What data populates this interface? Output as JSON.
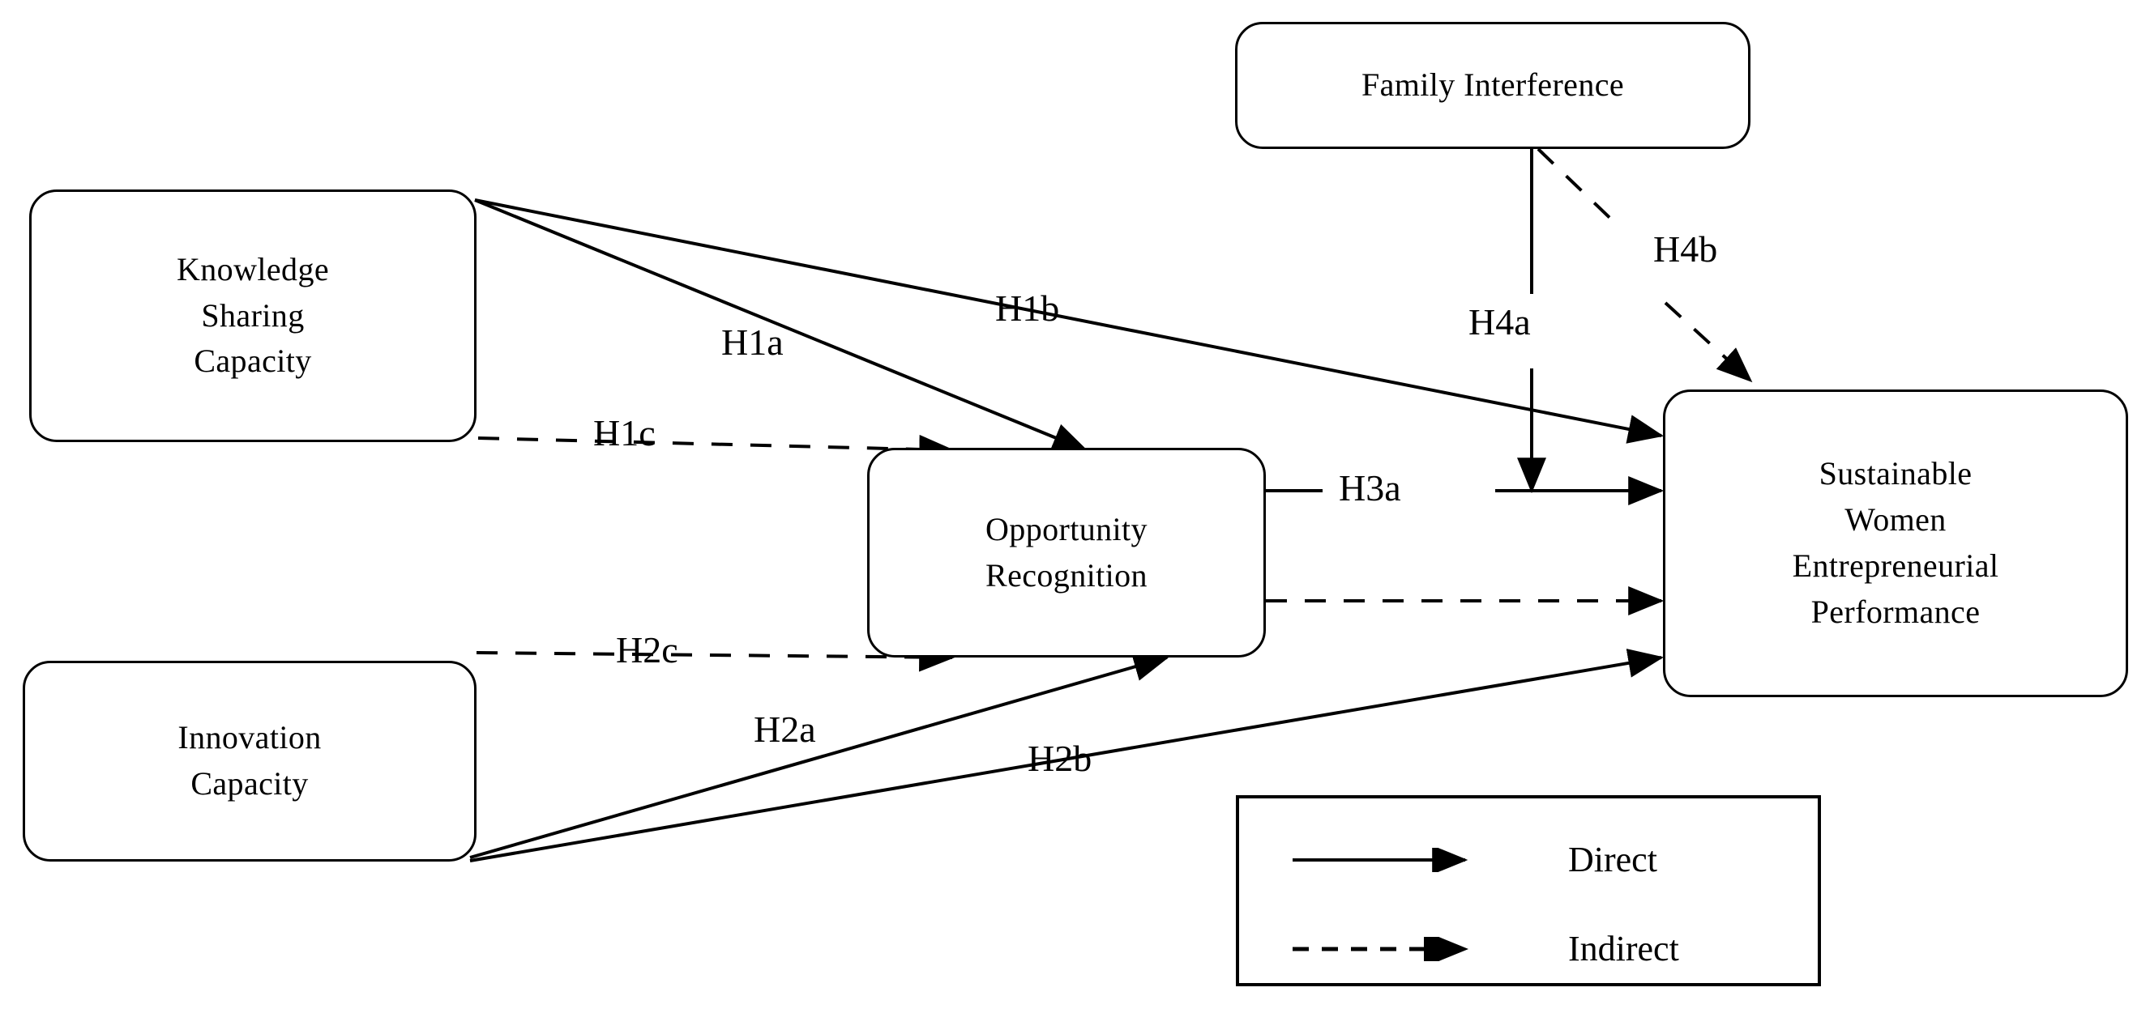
{
  "diagram": {
    "type": "conceptual-research-model",
    "nodes": [
      {
        "id": "knowledge-sharing-capacity",
        "label": "Knowledge\nSharing\nCapacity"
      },
      {
        "id": "innovation-capacity",
        "label": "Innovation\nCapacity"
      },
      {
        "id": "opportunity-recognition",
        "label": "Opportunity\nRecognition"
      },
      {
        "id": "family-interference",
        "label": "Family Interference"
      },
      {
        "id": "sustainable-women-entrepreneurial-performance",
        "label": "Sustainable\nWomen\nEntrepreneurial\nPerformance"
      }
    ],
    "edge_labels": {
      "h1a": "H1a",
      "h1b": "H1b",
      "h1c": "H1c",
      "h2a": "H2a",
      "h2b": "H2b",
      "h2c": "H2c",
      "h3a": "H3a",
      "h4a": "H4a",
      "h4b": "H4b"
    },
    "edges": [
      {
        "id": "h1a",
        "from": "knowledge-sharing-capacity",
        "to": "opportunity-recognition",
        "style": "direct"
      },
      {
        "id": "h1b",
        "from": "knowledge-sharing-capacity",
        "to": "sustainable-women-entrepreneurial-performance",
        "style": "direct"
      },
      {
        "id": "h1c",
        "from": "knowledge-sharing-capacity",
        "to": "opportunity-recognition",
        "style": "indirect"
      },
      {
        "id": "h2a",
        "from": "innovation-capacity",
        "to": "opportunity-recognition",
        "style": "direct"
      },
      {
        "id": "h2b",
        "from": "innovation-capacity",
        "to": "sustainable-women-entrepreneurial-performance",
        "style": "direct"
      },
      {
        "id": "h2c",
        "from": "innovation-capacity",
        "to": "opportunity-recognition",
        "style": "indirect"
      },
      {
        "id": "h3a",
        "from": "opportunity-recognition",
        "to": "sustainable-women-entrepreneurial-performance",
        "style": "direct"
      },
      {
        "id": "h3b",
        "from": "opportunity-recognition",
        "to": "sustainable-women-entrepreneurial-performance",
        "style": "indirect"
      },
      {
        "id": "h4a",
        "from": "family-interference",
        "to": "h3a-path",
        "style": "direct-moderator"
      },
      {
        "id": "h4b",
        "from": "family-interference",
        "to": "sustainable-women-entrepreneurial-performance",
        "style": "indirect"
      }
    ]
  },
  "legend": {
    "items": [
      {
        "id": "direct",
        "label": "Direct",
        "line_style": "solid"
      },
      {
        "id": "indirect",
        "label": "Indirect",
        "line_style": "dashed"
      }
    ]
  },
  "colors": {
    "stroke": "#000000",
    "background": "#ffffff",
    "text": "#000000"
  }
}
